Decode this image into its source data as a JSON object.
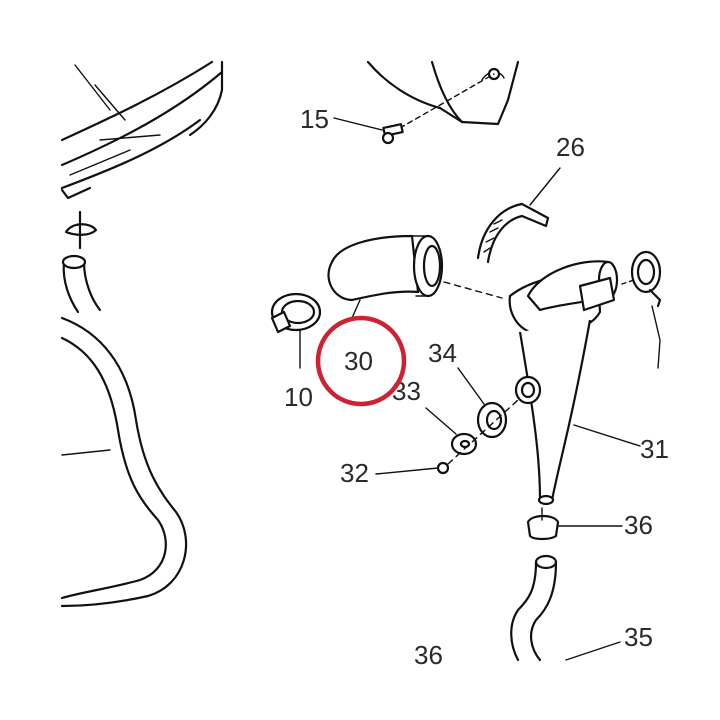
{
  "callouts": {
    "c15": "15",
    "c26": "26",
    "c10": "10",
    "c30": "30",
    "c34": "34",
    "c33": "33",
    "c32": "32",
    "c31": "31",
    "c36a": "36",
    "c35": "35",
    "c36b": "36"
  },
  "highlight": {
    "target": "30",
    "color": "#cc2233"
  }
}
